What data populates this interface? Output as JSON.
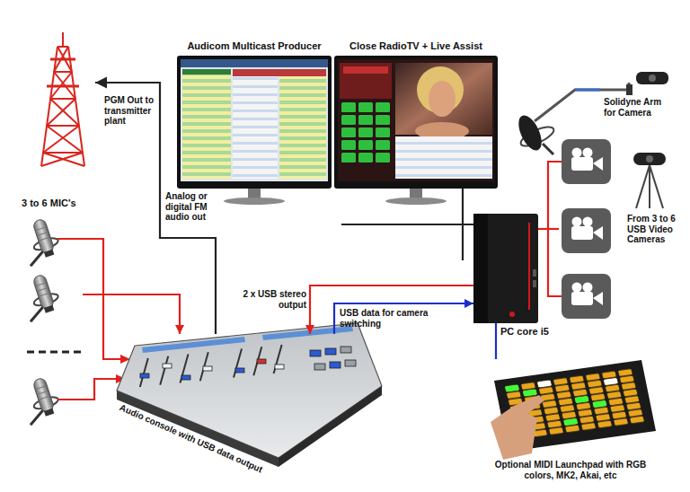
{
  "diagram": {
    "nodes": [
      {
        "text": [
          "PGM Out to transmitter plant"
        ]
      },
      {
        "text": [
          "Audicom Multicast Producer"
        ]
      },
      {
        "text": [
          "Close RadioTV + Live Assist"
        ]
      },
      {
        "text": [
          "Solidyne Arm for Camera"
        ]
      },
      {
        "text": [
          "3 to 6 MIC's"
        ]
      },
      {
        "text": [
          "From 3 to 6 USB Video Cameras"
        ]
      },
      {
        "text": [
          "PC core i5"
        ]
      },
      {
        "text": [
          "Audio console with USB data output"
        ]
      },
      {
        "text": [
          "Optional MIDI Launchpad with RGB colors, MK2, Akai, etc"
        ]
      }
    ],
    "edges": [
      {
        "from": 7,
        "to": 0,
        "arrow": "to",
        "label": "Analog or digital FM audio out"
      },
      {
        "from": 4,
        "to": 7,
        "arrow": "to"
      },
      {
        "from": 6,
        "to": 7,
        "arrow": "to",
        "label": "2 x USB stereo output"
      },
      {
        "from": 7,
        "to": 6,
        "arrow": "to",
        "label": "USB data for camera switching"
      },
      {
        "from": 5,
        "to": 6,
        "arrow": "none"
      },
      {
        "from": 6,
        "to": 2,
        "arrow": "none"
      },
      {
        "from": 6,
        "to": 8,
        "arrow": "none"
      }
    ]
  }
}
